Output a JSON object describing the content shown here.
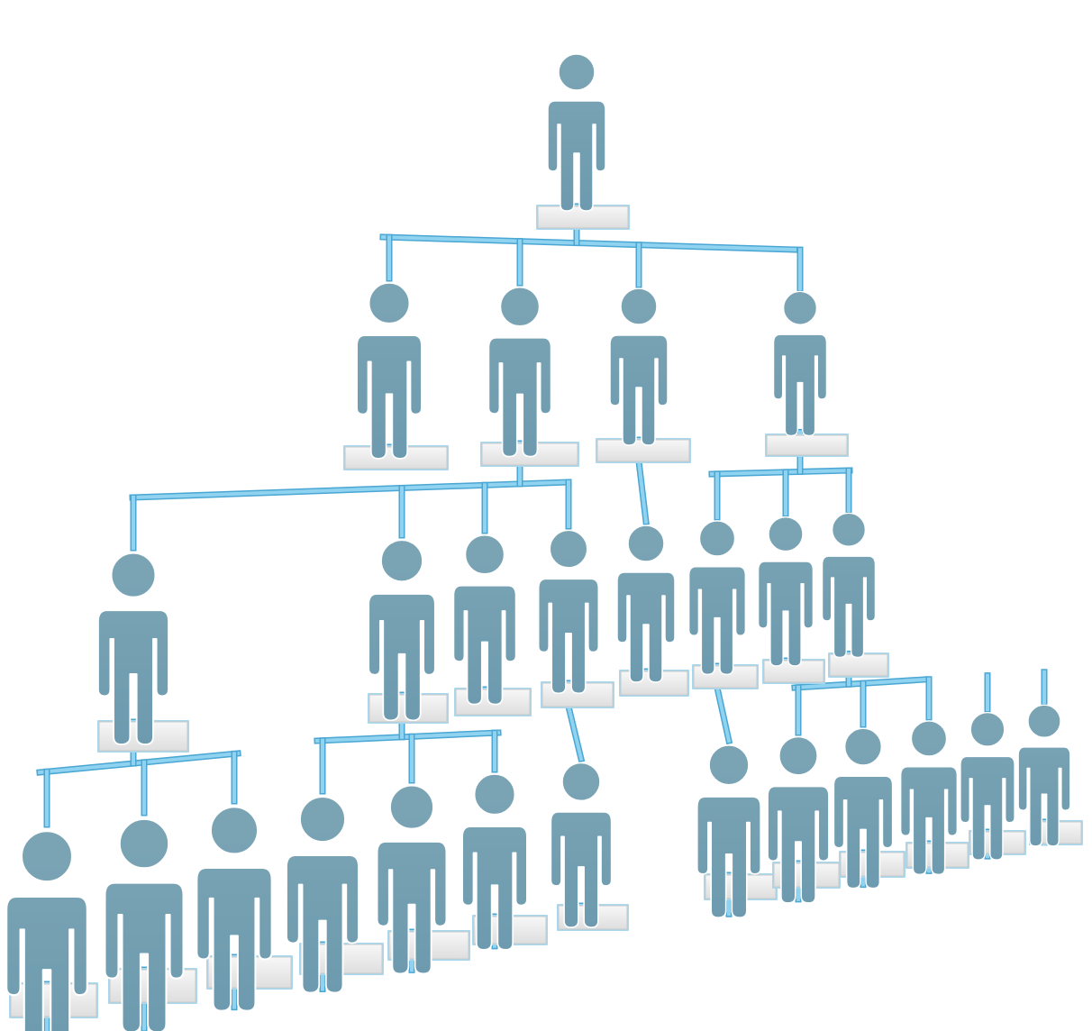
{
  "diagram": {
    "type": "org-chart",
    "figure_icon": "person-icon",
    "label_icon": "blank-name-label",
    "levels": [
      {
        "level": 0,
        "node_count": 1
      },
      {
        "level": 1,
        "node_count": 4
      },
      {
        "level": 2,
        "node_count": 8
      },
      {
        "level": 3,
        "node_count": 13
      }
    ],
    "nodes": [
      {
        "id": "n0",
        "level": 0,
        "parent": null
      },
      {
        "id": "n1",
        "level": 1,
        "parent": "n0"
      },
      {
        "id": "n2",
        "level": 1,
        "parent": "n0"
      },
      {
        "id": "n3",
        "level": 1,
        "parent": "n0"
      },
      {
        "id": "n4",
        "level": 1,
        "parent": "n0"
      },
      {
        "id": "n5",
        "level": 2,
        "parent": "n2"
      },
      {
        "id": "n6",
        "level": 2,
        "parent": "n2"
      },
      {
        "id": "n7",
        "level": 2,
        "parent": "n2"
      },
      {
        "id": "n8",
        "level": 2,
        "parent": "n2"
      },
      {
        "id": "n9",
        "level": 2,
        "parent": "n3"
      },
      {
        "id": "n10",
        "level": 2,
        "parent": "n4"
      },
      {
        "id": "n11",
        "level": 2,
        "parent": "n4"
      },
      {
        "id": "n12",
        "level": 2,
        "parent": "n4"
      },
      {
        "id": "n13",
        "level": 3,
        "parent": "n5"
      },
      {
        "id": "n14",
        "level": 3,
        "parent": "n5"
      },
      {
        "id": "n15",
        "level": 3,
        "parent": "n5"
      },
      {
        "id": "n16",
        "level": 3,
        "parent": "n6"
      },
      {
        "id": "n17",
        "level": 3,
        "parent": "n6"
      },
      {
        "id": "n18",
        "level": 3,
        "parent": "n6"
      },
      {
        "id": "n19",
        "level": 3,
        "parent": "n8"
      },
      {
        "id": "n20",
        "level": 3,
        "parent": "n10"
      },
      {
        "id": "n21",
        "level": 3,
        "parent": "n12"
      },
      {
        "id": "n22",
        "level": 3,
        "parent": "n12"
      },
      {
        "id": "n23",
        "level": 3,
        "parent": "n12"
      },
      {
        "id": "n24",
        "level": 3,
        "parent": "n12"
      },
      {
        "id": "n25",
        "level": 3,
        "parent": "n12"
      }
    ],
    "colors": {
      "figure_top": "#7aa4b4",
      "figure_bottom": "#1d5f8d",
      "connector": "#8fd3f0",
      "connector_edge": "#4aa6d3",
      "label_fill": "#ececec",
      "label_border": "#a8d8ee"
    }
  }
}
